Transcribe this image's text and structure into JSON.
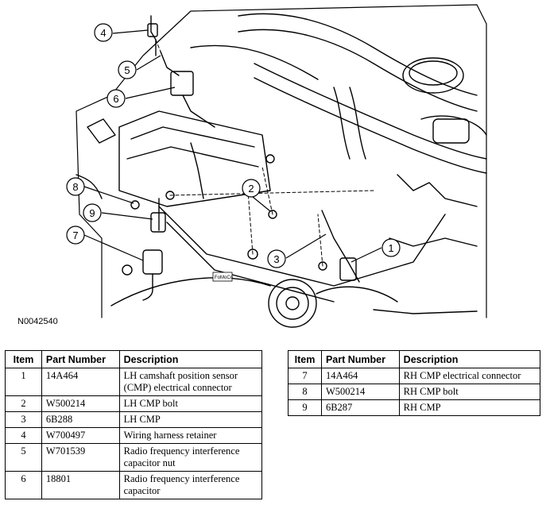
{
  "figure": {
    "id_label": "N0042540",
    "stamp_label": "FoMoCo",
    "callouts": [
      "1",
      "2",
      "3",
      "4",
      "5",
      "6",
      "7",
      "8",
      "9"
    ]
  },
  "tables": {
    "headers": {
      "item": "Item",
      "part_number": "Part Number",
      "description": "Description"
    },
    "left": [
      {
        "item": "1",
        "part": "14A464",
        "desc": "LH camshaft position sensor (CMP) electrical connector"
      },
      {
        "item": "2",
        "part": "W500214",
        "desc": "LH CMP bolt"
      },
      {
        "item": "3",
        "part": "6B288",
        "desc": "LH CMP"
      },
      {
        "item": "4",
        "part": "W700497",
        "desc": "Wiring harness retainer"
      },
      {
        "item": "5",
        "part": "W701539",
        "desc": "Radio frequency interference capacitor nut"
      },
      {
        "item": "6",
        "part": "18801",
        "desc": "Radio frequency interference capacitor"
      }
    ],
    "right": [
      {
        "item": "7",
        "part": "14A464",
        "desc": "RH CMP electrical connector"
      },
      {
        "item": "8",
        "part": "W500214",
        "desc": "RH CMP bolt"
      },
      {
        "item": "9",
        "part": "6B287",
        "desc": "RH CMP"
      }
    ]
  }
}
